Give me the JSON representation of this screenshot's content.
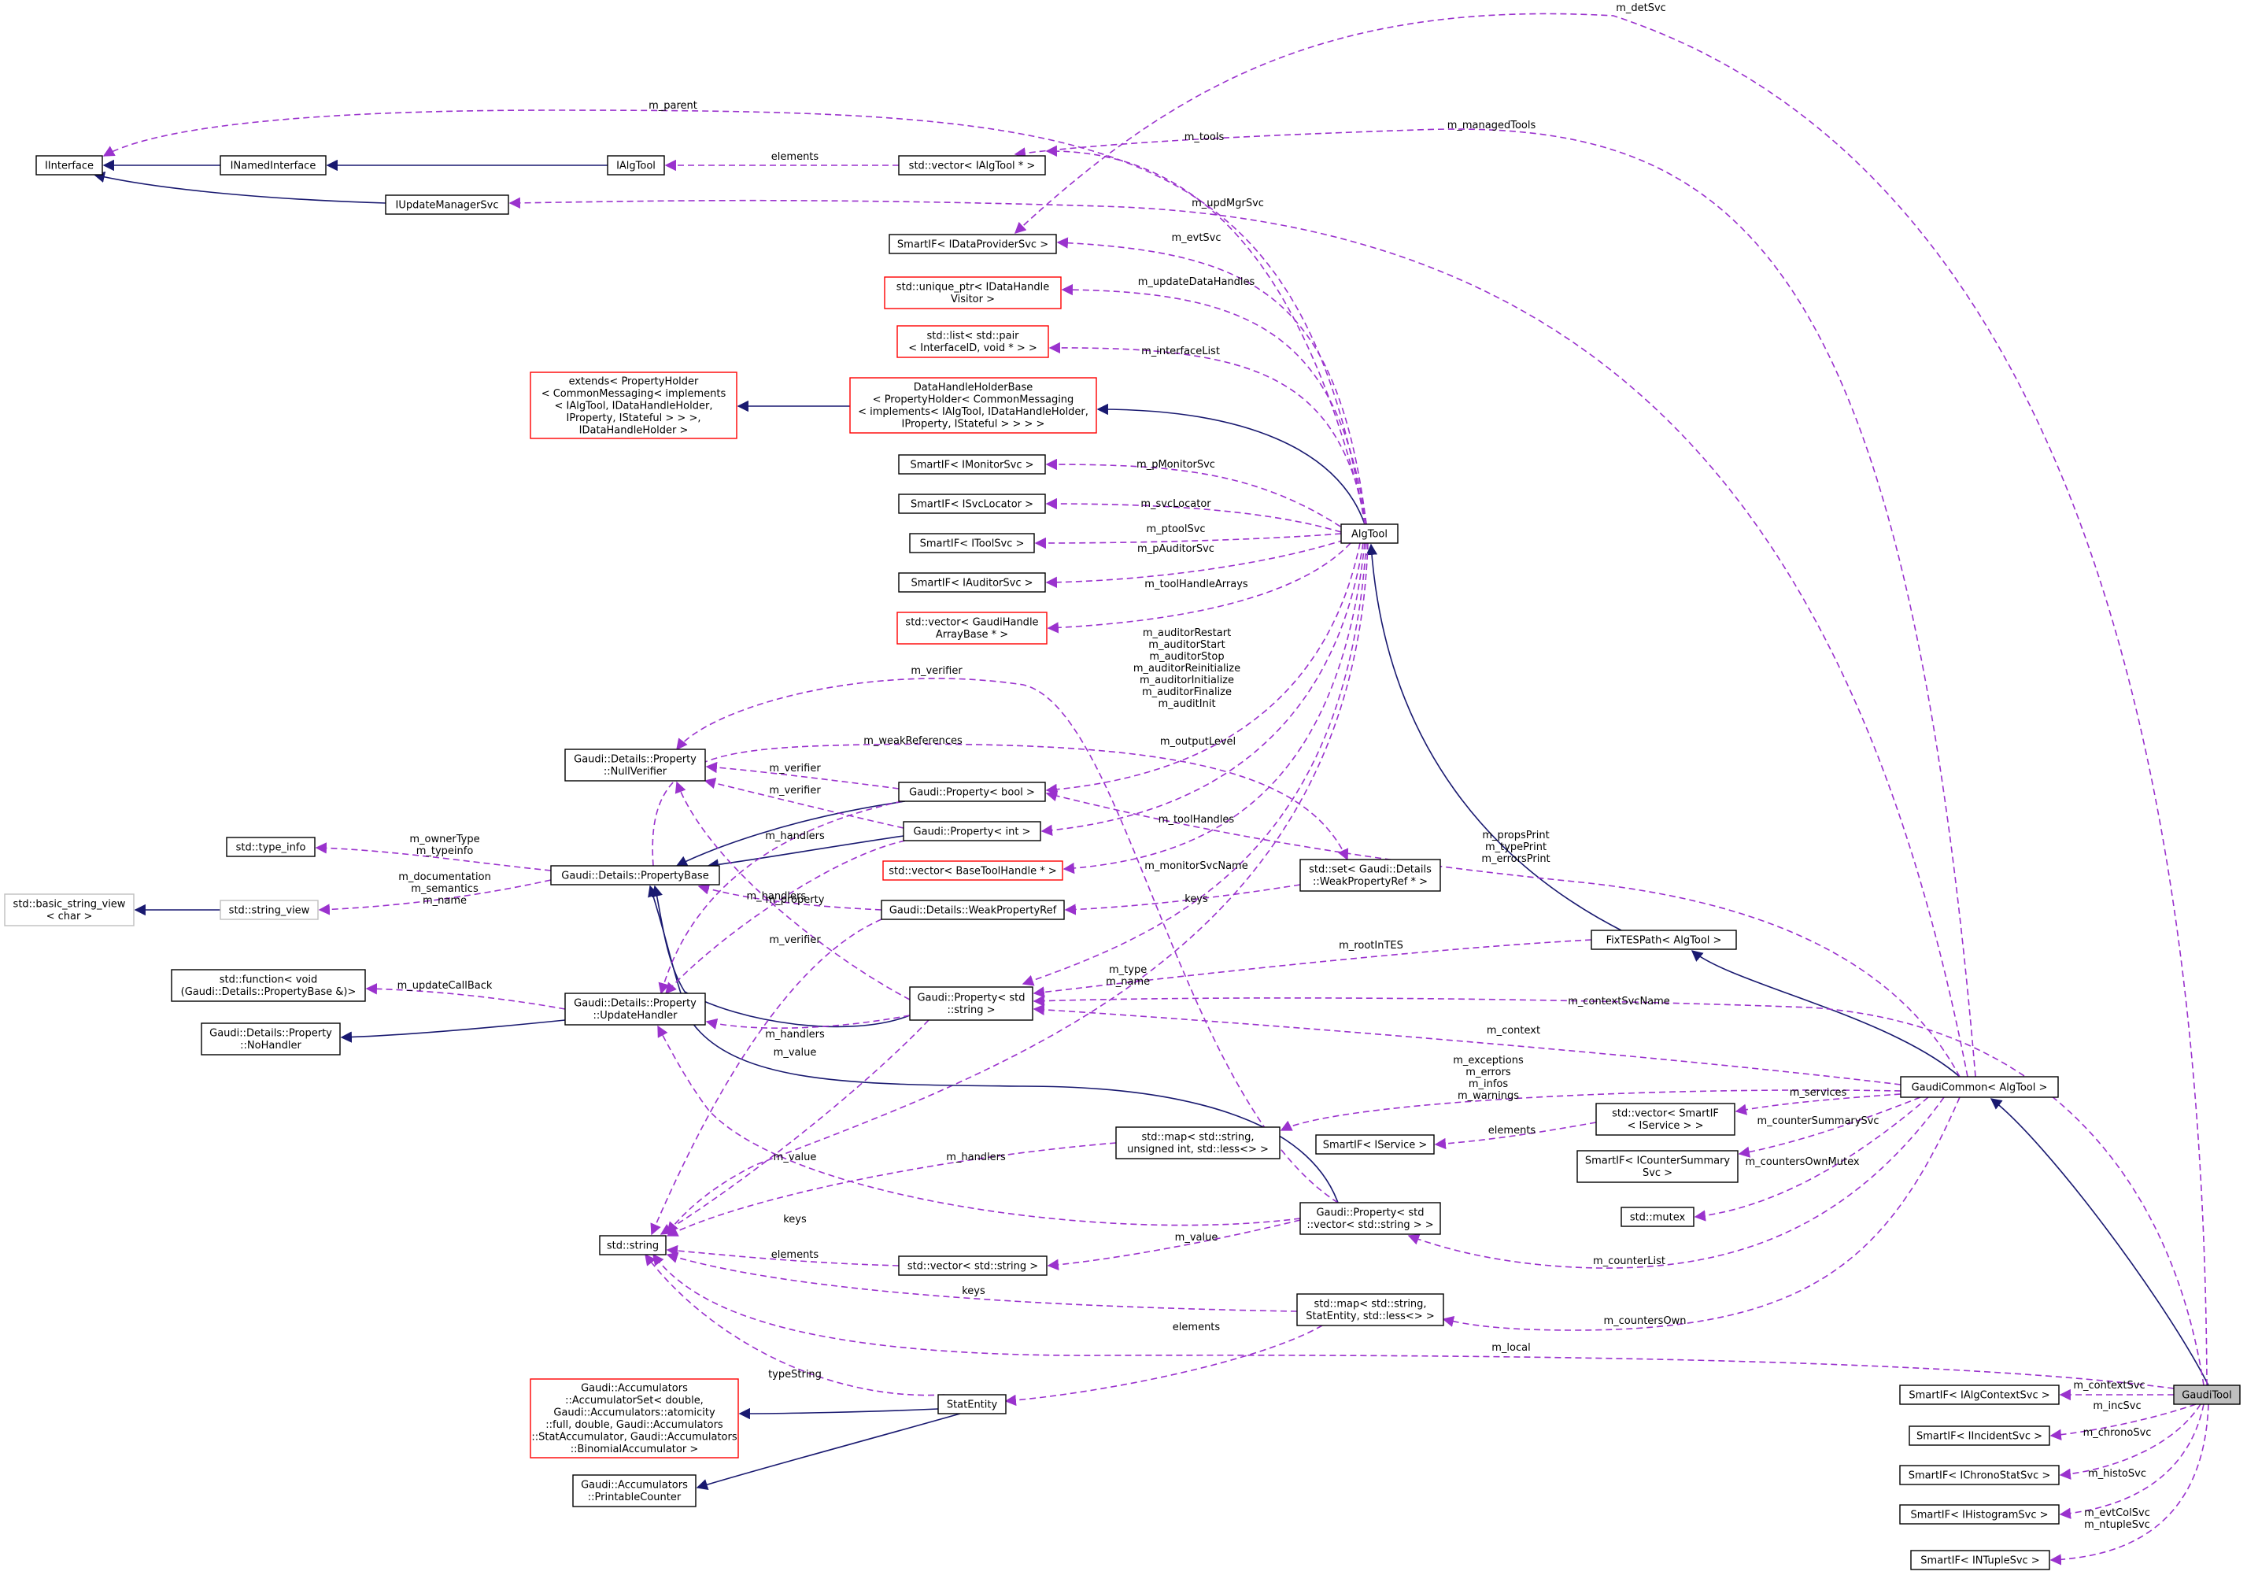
{
  "colors": {
    "inherit_edge": "#191970",
    "uses_edge": "#9a32cd",
    "border_normal": "#000000",
    "border_truncated": "#ff0000",
    "border_external": "#bfbfbf",
    "highlight_fill": "#bfbfbf"
  },
  "nodes": {
    "GaudiTool": {
      "lines": [
        "GaudiTool"
      ],
      "style": "highlight"
    },
    "GaudiCommon": {
      "lines": [
        "GaudiCommon< AlgTool >"
      ],
      "style": "normal"
    },
    "FixTESPath": {
      "lines": [
        "FixTESPath< AlgTool >"
      ],
      "style": "normal"
    },
    "AlgTool": {
      "lines": [
        "AlgTool"
      ],
      "style": "normal"
    },
    "DataHandleHolderBase": {
      "lines": [
        "DataHandleHolderBase",
        "< PropertyHolder< CommonMessaging",
        "< implements< IAlgTool, IDataHandleHolder,",
        "IProperty, IStateful > > > >"
      ],
      "style": "truncated"
    },
    "Extends": {
      "lines": [
        "extends< PropertyHolder",
        "< CommonMessaging< implements",
        "< IAlgTool, IDataHandleHolder,",
        "IProperty, IStateful > > >,",
        "IDataHandleHolder >"
      ],
      "style": "truncated"
    },
    "IInterface": {
      "lines": [
        "IInterface"
      ],
      "style": "normal"
    },
    "INamedInterface": {
      "lines": [
        "INamedInterface"
      ],
      "style": "normal"
    },
    "IAlgTool": {
      "lines": [
        "IAlgTool"
      ],
      "style": "normal"
    },
    "IUpdateManagerSvc": {
      "lines": [
        "IUpdateManagerSvc"
      ],
      "style": "normal"
    },
    "VecIAlgTool": {
      "lines": [
        "std::vector< IAlgTool * >"
      ],
      "style": "normal"
    },
    "SmartIDataProvider": {
      "lines": [
        "SmartIF< IDataProviderSvc >"
      ],
      "style": "normal"
    },
    "UniquePtrVisitor": {
      "lines": [
        "std::unique_ptr< IDataHandle",
        "Visitor >"
      ],
      "style": "truncated"
    },
    "ListPair": {
      "lines": [
        "std::list< std::pair",
        "< InterfaceID, void * > >"
      ],
      "style": "truncated"
    },
    "SmartIMonitor": {
      "lines": [
        "SmartIF< IMonitorSvc >"
      ],
      "style": "normal"
    },
    "SmartISvcLocator": {
      "lines": [
        "SmartIF< ISvcLocator >"
      ],
      "style": "normal"
    },
    "SmartIToolSvc": {
      "lines": [
        "SmartIF< IToolSvc >"
      ],
      "style": "normal"
    },
    "SmartIAuditor": {
      "lines": [
        "SmartIF< IAuditorSvc >"
      ],
      "style": "normal"
    },
    "VecGaudiHandleArray": {
      "lines": [
        "std::vector< GaudiHandle",
        "ArrayBase * >"
      ],
      "style": "truncated"
    },
    "NullVerifier": {
      "lines": [
        "Gaudi::Details::Property",
        "::NullVerifier"
      ],
      "style": "normal"
    },
    "PropBool": {
      "lines": [
        "Gaudi::Property< bool >"
      ],
      "style": "normal"
    },
    "PropInt": {
      "lines": [
        "Gaudi::Property< int >"
      ],
      "style": "normal"
    },
    "VecBaseToolHandle": {
      "lines": [
        "std::vector< BaseToolHandle * >"
      ],
      "style": "truncated"
    },
    "WeakPropertyRef": {
      "lines": [
        "Gaudi::Details::WeakPropertyRef"
      ],
      "style": "normal"
    },
    "SetWeakRef": {
      "lines": [
        "std::set< Gaudi::Details",
        "::WeakPropertyRef * >"
      ],
      "style": "normal"
    },
    "TypeInfo": {
      "lines": [
        "std::type_info"
      ],
      "style": "normal"
    },
    "PropertyBase": {
      "lines": [
        "Gaudi::Details::PropertyBase"
      ],
      "style": "normal"
    },
    "BasicStringView": {
      "lines": [
        "std::basic_string_view",
        "< char >"
      ],
      "style": "external"
    },
    "StringView": {
      "lines": [
        "std::string_view"
      ],
      "style": "external"
    },
    "StdFunction": {
      "lines": [
        "std::function< void",
        "(Gaudi::Details::PropertyBase &)>"
      ],
      "style": "normal"
    },
    "UpdateHandler": {
      "lines": [
        "Gaudi::Details::Property",
        "::UpdateHandler"
      ],
      "style": "normal"
    },
    "NoHandler": {
      "lines": [
        "Gaudi::Details::Property",
        "::NoHandler"
      ],
      "style": "normal"
    },
    "PropString": {
      "lines": [
        "Gaudi::Property< std",
        "::string >"
      ],
      "style": "normal"
    },
    "StdString": {
      "lines": [
        "std::string"
      ],
      "style": "normal"
    },
    "MapUnsigned": {
      "lines": [
        "std::map< std::string,",
        "unsigned int, std::less<> >"
      ],
      "style": "normal"
    },
    "VecString": {
      "lines": [
        "std::vector< std::string >"
      ],
      "style": "normal"
    },
    "PropVecString": {
      "lines": [
        "Gaudi::Property< std",
        "::vector< std::string > >"
      ],
      "style": "normal"
    },
    "MapStatEntity": {
      "lines": [
        "std::map< std::string,",
        "StatEntity, std::less<> >"
      ],
      "style": "normal"
    },
    "StatEntity": {
      "lines": [
        "StatEntity"
      ],
      "style": "normal"
    },
    "AccumulatorSet": {
      "lines": [
        "Gaudi::Accumulators",
        "::AccumulatorSet< double,",
        "Gaudi::Accumulators::atomicity",
        "::full, double, Gaudi::Accumulators",
        "::StatAccumulator, Gaudi::Accumulators",
        "::BinomialAccumulator >"
      ],
      "style": "truncated"
    },
    "PrintableCounter": {
      "lines": [
        "Gaudi::Accumulators",
        "::PrintableCounter"
      ],
      "style": "normal"
    },
    "VecSmartIService": {
      "lines": [
        "std::vector< SmartIF",
        "< IService > >"
      ],
      "style": "normal"
    },
    "SmartIService": {
      "lines": [
        "SmartIF< IService >"
      ],
      "style": "normal"
    },
    "SmartICounterSummary": {
      "lines": [
        "SmartIF< ICounterSummary",
        "Svc >"
      ],
      "style": "normal"
    },
    "StdMutex": {
      "lines": [
        "std::mutex"
      ],
      "style": "normal"
    },
    "SmartIAlgContext": {
      "lines": [
        "SmartIF< IAlgContextSvc >"
      ],
      "style": "normal"
    },
    "SmartIIncident": {
      "lines": [
        "SmartIF< IIncidentSvc >"
      ],
      "style": "normal"
    },
    "SmartIChronoStat": {
      "lines": [
        "SmartIF< IChronoStatSvc >"
      ],
      "style": "normal"
    },
    "SmartIHistogram": {
      "lines": [
        "SmartIF< IHistogramSvc >"
      ],
      "style": "normal"
    },
    "SmartINTuple": {
      "lines": [
        "SmartIF< INTupleSvc >"
      ],
      "style": "normal"
    }
  },
  "edges": [
    {
      "from": "INamedInterface",
      "to": "IInterface",
      "kind": "inherit",
      "label": []
    },
    {
      "from": "IAlgTool",
      "to": "INamedInterface",
      "kind": "inherit",
      "label": []
    },
    {
      "from": "IUpdateManagerSvc",
      "to": "IInterface",
      "kind": "inherit",
      "label": []
    },
    {
      "from": "DataHandleHolderBase",
      "to": "Extends",
      "kind": "inherit",
      "label": []
    },
    {
      "from": "AlgTool",
      "to": "DataHandleHolderBase",
      "kind": "inherit",
      "label": []
    },
    {
      "from": "FixTESPath",
      "to": "AlgTool",
      "kind": "inherit",
      "label": []
    },
    {
      "from": "GaudiCommon",
      "to": "FixTESPath",
      "kind": "inherit",
      "label": []
    },
    {
      "from": "GaudiTool",
      "to": "GaudiCommon",
      "kind": "inherit",
      "label": []
    },
    {
      "from": "VecIAlgTool",
      "to": "IAlgTool",
      "kind": "uses",
      "label": [
        "elements"
      ]
    },
    {
      "from": "AlgTool",
      "to": "IInterface",
      "kind": "uses",
      "label": [
        "m_parent"
      ]
    },
    {
      "from": "AlgTool",
      "to": "VecIAlgTool",
      "kind": "uses",
      "label": [
        "m_tools"
      ]
    },
    {
      "from": "GaudiCommon",
      "to": "VecIAlgTool",
      "kind": "uses",
      "label": [
        "m_managedTools"
      ]
    },
    {
      "from": "GaudiTool",
      "to": "SmartIDataProvider",
      "kind": "uses",
      "label": [
        "m_detSvc"
      ]
    },
    {
      "from": "GaudiCommon",
      "to": "IUpdateManagerSvc",
      "kind": "uses",
      "label": [
        "m_updMgrSvc"
      ]
    },
    {
      "from": "AlgTool",
      "to": "SmartIDataProvider",
      "kind": "uses",
      "label": [
        "m_evtSvc"
      ]
    },
    {
      "from": "AlgTool",
      "to": "UniquePtrVisitor",
      "kind": "uses",
      "label": [
        "m_updateDataHandles"
      ]
    },
    {
      "from": "AlgTool",
      "to": "ListPair",
      "kind": "uses",
      "label": [
        "m_interfaceList"
      ]
    },
    {
      "from": "AlgTool",
      "to": "SmartIMonitor",
      "kind": "uses",
      "label": [
        "m_pMonitorSvc"
      ]
    },
    {
      "from": "AlgTool",
      "to": "SmartISvcLocator",
      "kind": "uses",
      "label": [
        "m_svcLocator"
      ]
    },
    {
      "from": "AlgTool",
      "to": "SmartIToolSvc",
      "kind": "uses",
      "label": [
        "m_ptoolSvc"
      ]
    },
    {
      "from": "AlgTool",
      "to": "SmartIAuditor",
      "kind": "uses",
      "label": [
        "m_pAuditorSvc"
      ]
    },
    {
      "from": "AlgTool",
      "to": "VecGaudiHandleArray",
      "kind": "uses",
      "label": [
        "m_toolHandleArrays"
      ]
    },
    {
      "from": "AlgTool",
      "to": "PropBool",
      "kind": "uses",
      "label": [
        "m_auditorRestart",
        "m_auditorStart",
        "m_auditorStop",
        "m_auditorReinitialize",
        "m_auditorInitialize",
        "m_auditorFinalize",
        "m_auditInit"
      ]
    },
    {
      "from": "AlgTool",
      "to": "PropInt",
      "kind": "uses",
      "label": [
        "m_outputLevel"
      ]
    },
    {
      "from": "AlgTool",
      "to": "VecBaseToolHandle",
      "kind": "uses",
      "label": [
        "m_toolHandles"
      ]
    },
    {
      "from": "AlgTool",
      "to": "PropString",
      "kind": "uses",
      "label": [
        "m_monitorSvcName"
      ]
    },
    {
      "from": "AlgTool",
      "to": "StdString",
      "kind": "uses",
      "label": [
        "m_type",
        "m_name"
      ]
    },
    {
      "from": "PropertyBase",
      "to": "SetWeakRef",
      "kind": "uses",
      "label": [
        "m_weakReferences"
      ]
    },
    {
      "from": "PropBool",
      "to": "PropertyBase",
      "kind": "inherit",
      "label": []
    },
    {
      "from": "PropInt",
      "to": "PropertyBase",
      "kind": "inherit",
      "label": []
    },
    {
      "from": "PropString",
      "to": "PropertyBase",
      "kind": "inherit",
      "label": []
    },
    {
      "from": "PropVecString",
      "to": "PropertyBase",
      "kind": "inherit",
      "label": []
    },
    {
      "from": "PropBool",
      "to": "NullVerifier",
      "kind": "uses",
      "label": [
        "m_verifier"
      ]
    },
    {
      "from": "PropInt",
      "to": "NullVerifier",
      "kind": "uses",
      "label": [
        "m_verifier"
      ]
    },
    {
      "from": "PropString",
      "to": "NullVerifier",
      "kind": "uses",
      "label": [
        "m_verifier"
      ]
    },
    {
      "from": "PropVecString",
      "to": "NullVerifier",
      "kind": "uses",
      "label": [
        "m_verifier"
      ]
    },
    {
      "from": "PropBool",
      "to": "UpdateHandler",
      "kind": "uses",
      "label": [
        "m_handlers"
      ]
    },
    {
      "from": "PropInt",
      "to": "UpdateHandler",
      "kind": "uses",
      "label": [
        "m_handlers"
      ]
    },
    {
      "from": "PropString",
      "to": "UpdateHandler",
      "kind": "uses",
      "label": [
        "m_handlers"
      ]
    },
    {
      "from": "PropVecString",
      "to": "UpdateHandler",
      "kind": "uses",
      "label": [
        "m_handlers"
      ]
    },
    {
      "from": "PropertyBase",
      "to": "TypeInfo",
      "kind": "uses",
      "label": [
        "m_ownerType",
        "m_typeinfo"
      ]
    },
    {
      "from": "PropertyBase",
      "to": "StringView",
      "kind": "uses",
      "label": [
        "m_documentation",
        "m_semantics",
        "m_name"
      ]
    },
    {
      "from": "StringView",
      "to": "BasicStringView",
      "kind": "inherit",
      "label": []
    },
    {
      "from": "WeakPropertyRef",
      "to": "PropertyBase",
      "kind": "uses",
      "label": [
        "m_property"
      ]
    },
    {
      "from": "SetWeakRef",
      "to": "WeakPropertyRef",
      "kind": "uses",
      "label": [
        "keys"
      ]
    },
    {
      "from": "UpdateHandler",
      "to": "StdFunction",
      "kind": "uses",
      "label": [
        "m_updateCallBack"
      ]
    },
    {
      "from": "UpdateHandler",
      "to": "NoHandler",
      "kind": "inherit",
      "label": []
    },
    {
      "from": "WeakPropertyRef",
      "to": "StdString",
      "kind": "uses",
      "label": [
        "m_value"
      ]
    },
    {
      "from": "PropString",
      "to": "StdString",
      "kind": "uses",
      "label": [
        "m_value"
      ]
    },
    {
      "from": "FixTESPath",
      "to": "PropString",
      "kind": "uses",
      "label": [
        "m_rootInTES"
      ]
    },
    {
      "from": "GaudiCommon",
      "to": "PropBool",
      "kind": "uses",
      "label": [
        "m_propsPrint",
        "m_typePrint",
        "m_errorsPrint"
      ]
    },
    {
      "from": "GaudiTool",
      "to": "PropString",
      "kind": "uses",
      "label": [
        "m_contextSvcName"
      ]
    },
    {
      "from": "GaudiCommon",
      "to": "PropString",
      "kind": "uses",
      "label": [
        "m_context"
      ]
    },
    {
      "from": "GaudiCommon",
      "to": "MapUnsigned",
      "kind": "uses",
      "label": [
        "m_exceptions",
        "m_errors",
        "m_infos",
        "m_warnings"
      ]
    },
    {
      "from": "MapUnsigned",
      "to": "StdString",
      "kind": "uses",
      "label": [
        "keys"
      ]
    },
    {
      "from": "GaudiCommon",
      "to": "VecSmartIService",
      "kind": "uses",
      "label": [
        "m_services"
      ]
    },
    {
      "from": "VecSmartIService",
      "to": "SmartIService",
      "kind": "uses",
      "label": [
        "elements"
      ]
    },
    {
      "from": "GaudiCommon",
      "to": "SmartICounterSummary",
      "kind": "uses",
      "label": [
        "m_counterSummarySvc"
      ]
    },
    {
      "from": "GaudiCommon",
      "to": "StdMutex",
      "kind": "uses",
      "label": [
        "m_countersOwnMutex"
      ]
    },
    {
      "from": "GaudiCommon",
      "to": "PropVecString",
      "kind": "uses",
      "label": [
        "m_counterList"
      ]
    },
    {
      "from": "GaudiCommon",
      "to": "MapStatEntity",
      "kind": "uses",
      "label": [
        "m_countersOwn"
      ]
    },
    {
      "from": "PropVecString",
      "to": "VecString",
      "kind": "uses",
      "label": [
        "m_value"
      ]
    },
    {
      "from": "VecString",
      "to": "StdString",
      "kind": "uses",
      "label": [
        "elements"
      ]
    },
    {
      "from": "MapStatEntity",
      "to": "StdString",
      "kind": "uses",
      "label": [
        "keys"
      ]
    },
    {
      "from": "MapStatEntity",
      "to": "StatEntity",
      "kind": "uses",
      "label": [
        "elements"
      ]
    },
    {
      "from": "StatEntity",
      "to": "StdString",
      "kind": "uses",
      "label": [
        "typeString"
      ]
    },
    {
      "from": "StatEntity",
      "to": "AccumulatorSet",
      "kind": "inherit",
      "label": []
    },
    {
      "from": "StatEntity",
      "to": "PrintableCounter",
      "kind": "inherit",
      "label": []
    },
    {
      "from": "GaudiTool",
      "to": "StdString",
      "kind": "uses",
      "label": [
        "m_local"
      ]
    },
    {
      "from": "GaudiTool",
      "to": "SmartIAlgContext",
      "kind": "uses",
      "label": [
        "m_contextSvc"
      ]
    },
    {
      "from": "GaudiTool",
      "to": "SmartIIncident",
      "kind": "uses",
      "label": [
        "m_incSvc"
      ]
    },
    {
      "from": "GaudiTool",
      "to": "SmartIChronoStat",
      "kind": "uses",
      "label": [
        "m_chronoSvc"
      ]
    },
    {
      "from": "GaudiTool",
      "to": "SmartIHistogram",
      "kind": "uses",
      "label": [
        "m_histoSvc"
      ]
    },
    {
      "from": "GaudiTool",
      "to": "SmartINTuple",
      "kind": "uses",
      "label": [
        "m_evtColSvc",
        "m_ntupleSvc"
      ]
    }
  ]
}
